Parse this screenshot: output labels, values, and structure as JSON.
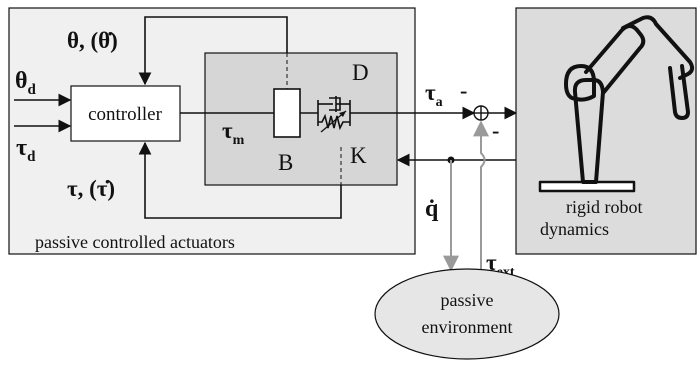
{
  "colors": {
    "panel": "#f0f0f0",
    "actuator": "#d6d6d6",
    "robot_panel": "#dcdcdc",
    "stroke": "#111111",
    "gray_signal": "#9a9a9a",
    "environment": "#e6e6e6"
  },
  "labels": {
    "theta_d": "θ",
    "theta_d_sub": "d",
    "tau_d": "τ",
    "tau_d_sub": "d",
    "theta_feedback": "θ, (θ̇)",
    "controller": "controller",
    "tau_m": "τ",
    "tau_m_sub": "m",
    "B": "B",
    "D": "D",
    "K": "K",
    "tau_feedback": "τ, (τ̇)",
    "tau_a": "τ",
    "tau_a_sub": "a",
    "minus_top": "-",
    "minus_bottom": "-",
    "q_dot": "q̇",
    "tau_ext": "τ",
    "tau_ext_sub": "ext",
    "passive_actuators": "passive controlled actuators",
    "rigid_robot_1": "rigid robot",
    "rigid_robot_2": "dynamics",
    "environment_1": "passive",
    "environment_2": "environment"
  }
}
